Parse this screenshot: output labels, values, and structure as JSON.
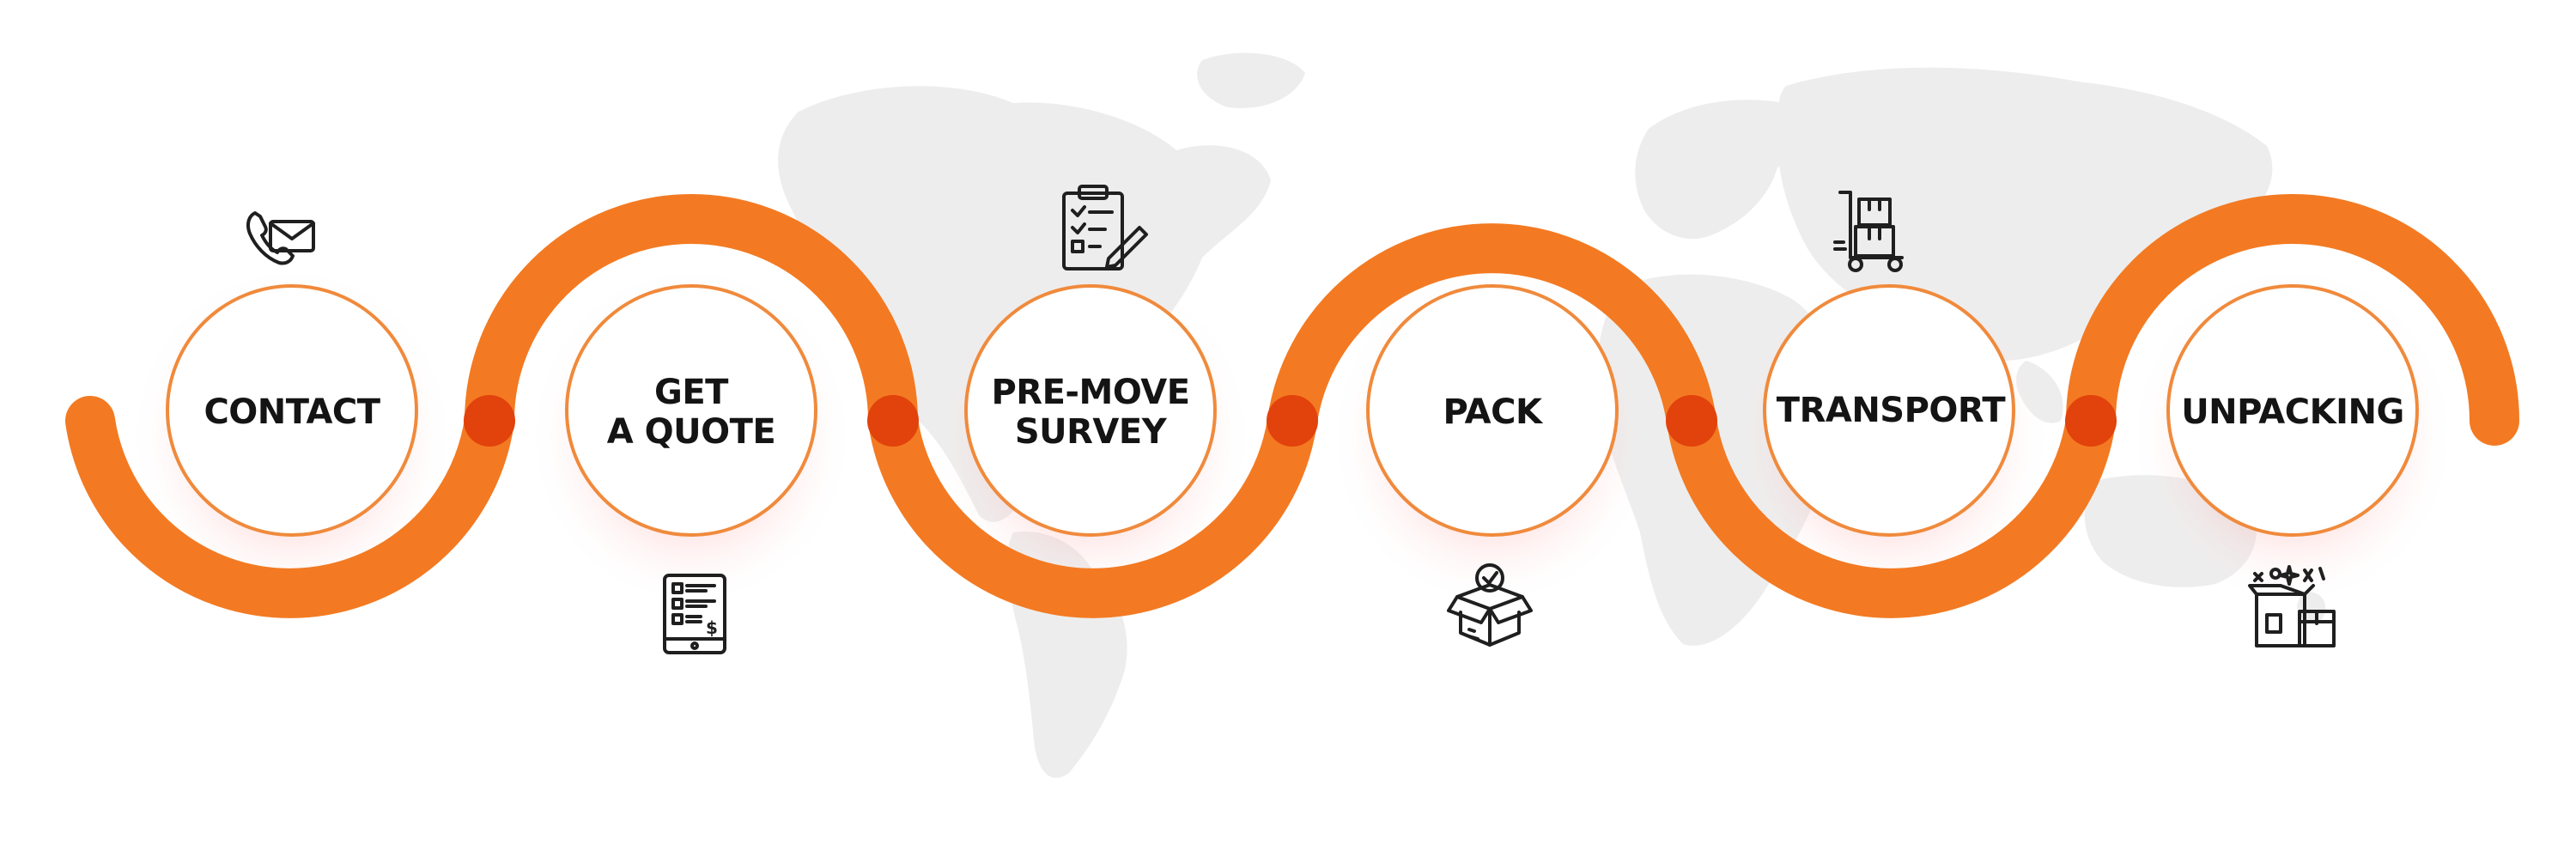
{
  "colors": {
    "accent": "#F37A22",
    "accent_dark": "#E25A12",
    "joint": "#E2420B",
    "circle_border": "#F08A3C",
    "glow": "#FF9A9A",
    "map": "#EDEDED",
    "icon": "#1F1F1F",
    "text": "#141414",
    "background": "#FFFFFF"
  },
  "steps": [
    {
      "label": "CONTACT",
      "icon": "phone-envelope-icon",
      "icon_position": "above"
    },
    {
      "label": "GET\nA QUOTE",
      "icon": "tablet-quote-icon",
      "icon_position": "below"
    },
    {
      "label": "PRE-MOVE\nSURVEY",
      "icon": "clipboard-checklist-icon",
      "icon_position": "above"
    },
    {
      "label": "PACK",
      "icon": "box-check-icon",
      "icon_position": "below"
    },
    {
      "label": "TRANSPORT",
      "icon": "hand-truck-icon",
      "icon_position": "above"
    },
    {
      "label": "UNPACKING",
      "icon": "open-box-icon",
      "icon_position": "below"
    }
  ]
}
